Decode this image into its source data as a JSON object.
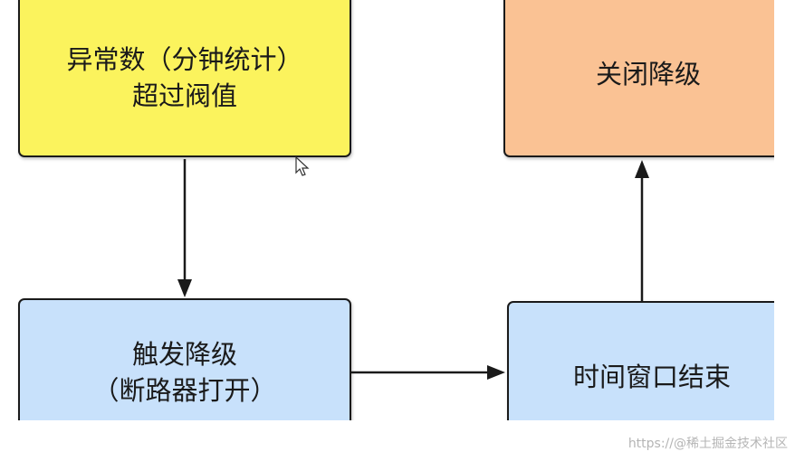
{
  "nodes": {
    "exception_count": {
      "line1": "异常数（分钟统计）",
      "line2": "超过阀值",
      "color": "#fbf35d"
    },
    "close_degrade": {
      "line1": "关闭降级",
      "color": "#fac294"
    },
    "trigger_degrade": {
      "line1": "触发降级",
      "line2": "（断路器打开）",
      "color": "#c8e1fb"
    },
    "time_window_end": {
      "line1": "时间窗口结束",
      "color": "#c8e1fb"
    }
  },
  "edges": [
    {
      "from": "exception_count",
      "to": "trigger_degrade"
    },
    {
      "from": "trigger_degrade",
      "to": "time_window_end"
    },
    {
      "from": "time_window_end",
      "to": "close_degrade"
    }
  ],
  "watermark": "https://@稀土掘金技术社区"
}
